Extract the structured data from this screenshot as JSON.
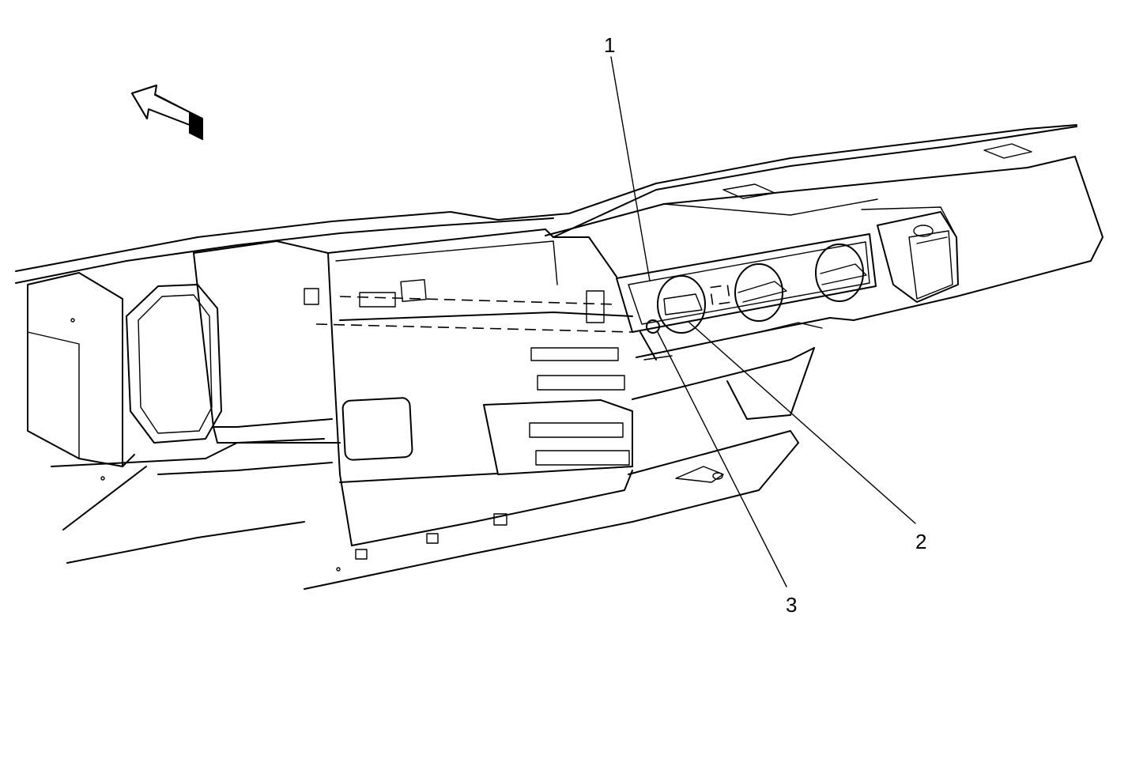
{
  "callouts": [
    {
      "id": "1",
      "text": "1"
    },
    {
      "id": "2",
      "text": "2"
    },
    {
      "id": "3",
      "text": "3"
    }
  ],
  "icons": {
    "direction_arrow": "forward-arrow-icon"
  },
  "colors": {
    "line": "#000000",
    "background": "#ffffff"
  }
}
